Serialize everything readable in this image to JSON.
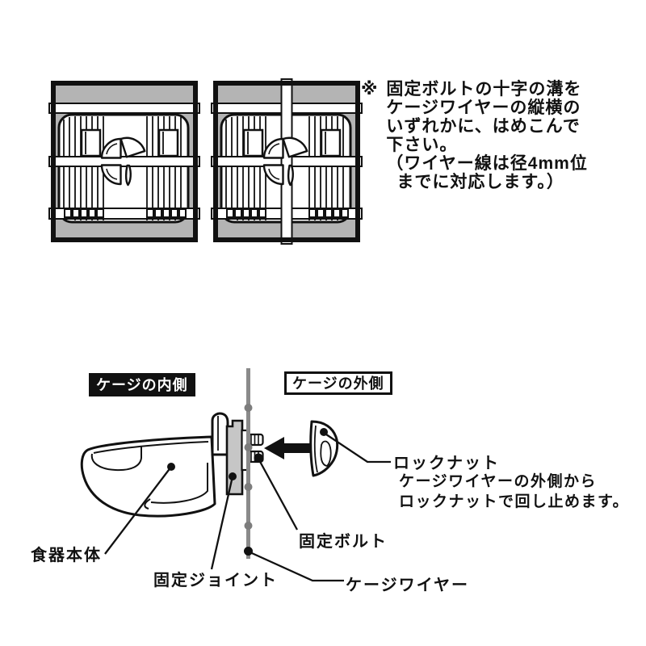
{
  "note": {
    "marker": "※",
    "line1": "固定ボルトの十字の溝を",
    "line2": "ケージワイヤーの縦横の",
    "line3": "いずれかに、はめこんで",
    "line4": "下さい。",
    "line5": "（ワイヤー線は径4mm位",
    "line6": "までに対応します。）"
  },
  "diagram": {
    "inside_label": "ケージの内側",
    "outside_label": "ケージの外側",
    "labels": {
      "bowl": "食器本体",
      "joint": "固定ジョイント",
      "bolt": "固定ボルト",
      "wire": "ケージワイヤー",
      "locknut": "ロックナット"
    },
    "locknut_desc1": "ケージワイヤーの外側から",
    "locknut_desc2": "ロックナットで回し止めます。"
  },
  "colors": {
    "cage_gray": "#b4b4b4",
    "plate_gray": "#c6c6c6",
    "wire_gray": "#8a8a8a",
    "bead_gray": "#7d7d7d",
    "ink": "#111111"
  }
}
